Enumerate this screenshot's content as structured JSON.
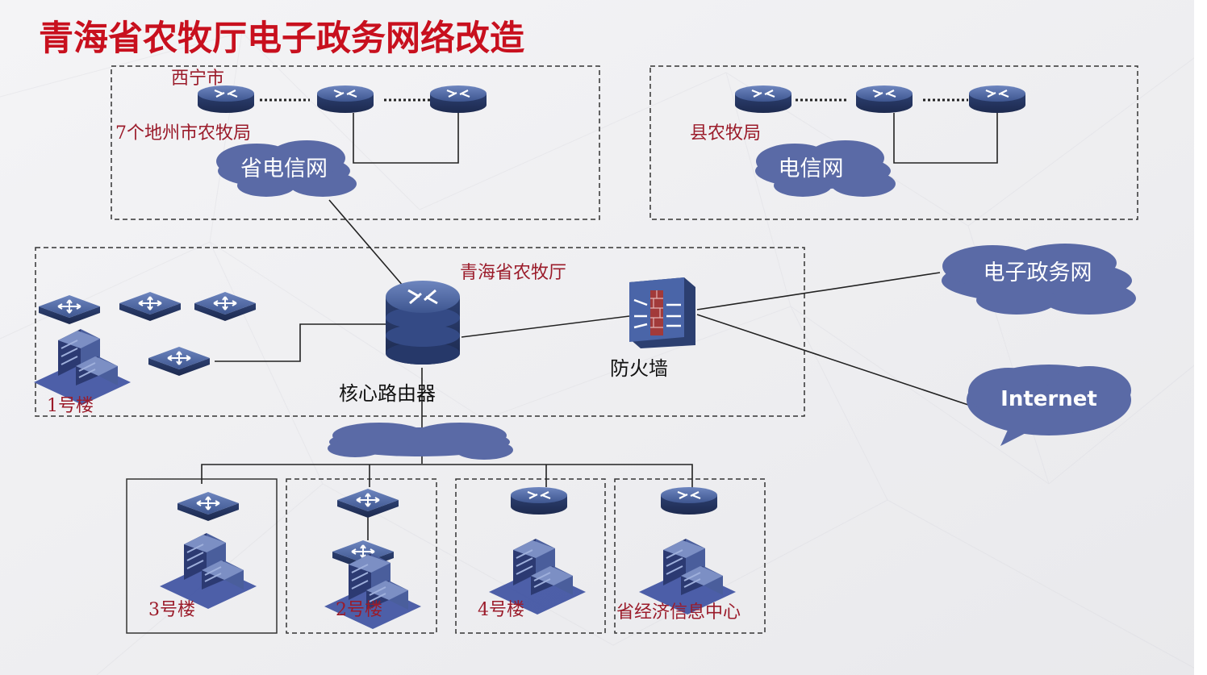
{
  "title": "青海省农牧厅电子政务网络改造",
  "regions": {
    "xining": {
      "city_label": "西宁市",
      "bureau_label": "7个地州市农牧局"
    },
    "county": {
      "bureau_label": "县农牧局"
    },
    "department": {
      "label": "青海省农牧厅"
    }
  },
  "clouds": {
    "provincial_telecom": "省电信网",
    "telecom": "电信网",
    "egov": "电子政务网",
    "internet": "Internet"
  },
  "devices": {
    "core_router": "核心路由器",
    "firewall": "防火墙"
  },
  "buildings": {
    "b1": "1号楼",
    "b2": "2号楼",
    "b3": "3号楼",
    "b4": "4号楼",
    "econ_center": "省经济信息中心"
  },
  "colors": {
    "title": "#c8101e",
    "label_red": "#9b1b2a",
    "cloud": "#5a6aa6",
    "device": "#3a4f86"
  }
}
